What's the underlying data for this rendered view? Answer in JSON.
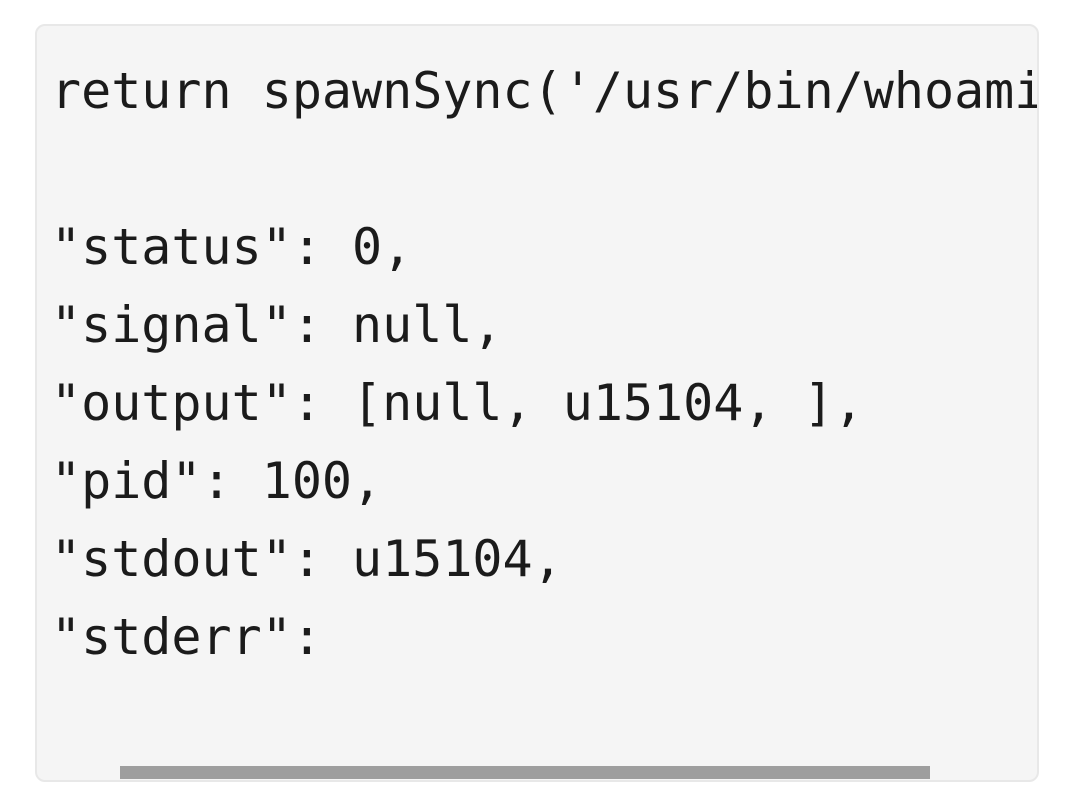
{
  "page": {
    "background_color": "#ffffff"
  },
  "code_block": {
    "background_color": "#f5f5f5",
    "border_color": "#e8e8e8",
    "text_color": "#1b1b1b",
    "lines": [
      "return spawnSync('/usr/bin/whoami",
      "",
      "\"status\": 0,",
      "\"signal\": null,",
      "\"output\": [null, u15104, ],",
      "\"pid\": 100,",
      "\"stdout\": u15104,",
      "\"stderr\":"
    ],
    "scrollbar": {
      "orientation": "horizontal",
      "thumb_color": "#9e9e9e"
    }
  }
}
